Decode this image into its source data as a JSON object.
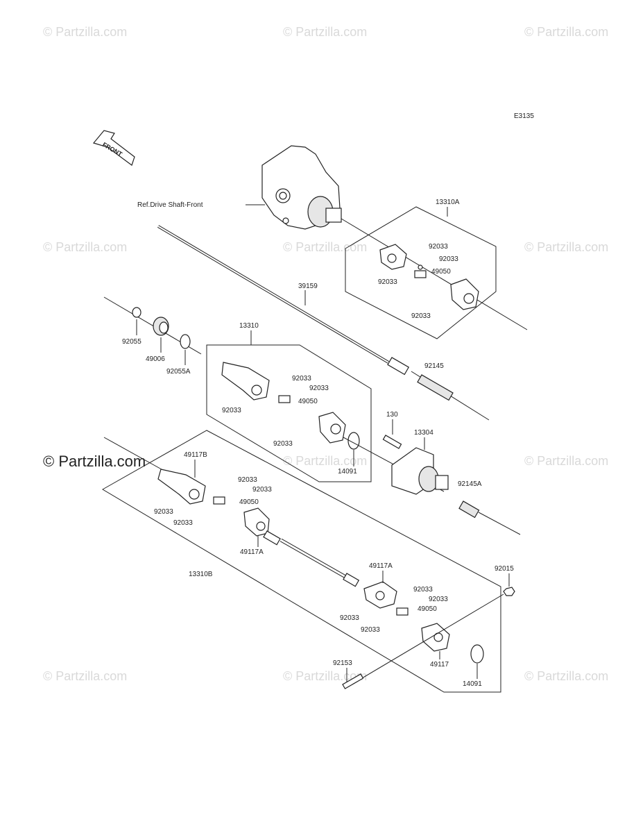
{
  "diagram_code": "E3135",
  "front_label": "FRONT",
  "ref_label": "Ref.Drive Shaft-Front",
  "watermark": "© Partzilla.com",
  "watermark_main": "© Partzilla.com",
  "parts": {
    "p13310A": "13310A",
    "p39159": "39159",
    "p13310": "13310",
    "p92055": "92055",
    "p49006": "49006",
    "p92055A": "92055A",
    "p92145": "92145",
    "p130": "130",
    "p13304": "13304",
    "p14091a": "14091",
    "p92145A": "92145A",
    "p49117B": "49117B",
    "p49117A_1": "49117A",
    "p13310B": "13310B",
    "p49117A_2": "49117A",
    "p92015": "92015",
    "p92153": "92153",
    "p49117": "49117",
    "p14091b": "14091",
    "p49050_a": "49050",
    "p49050_b": "49050",
    "p49050_c": "49050",
    "p49050_d": "49050",
    "p92033": "92033"
  }
}
